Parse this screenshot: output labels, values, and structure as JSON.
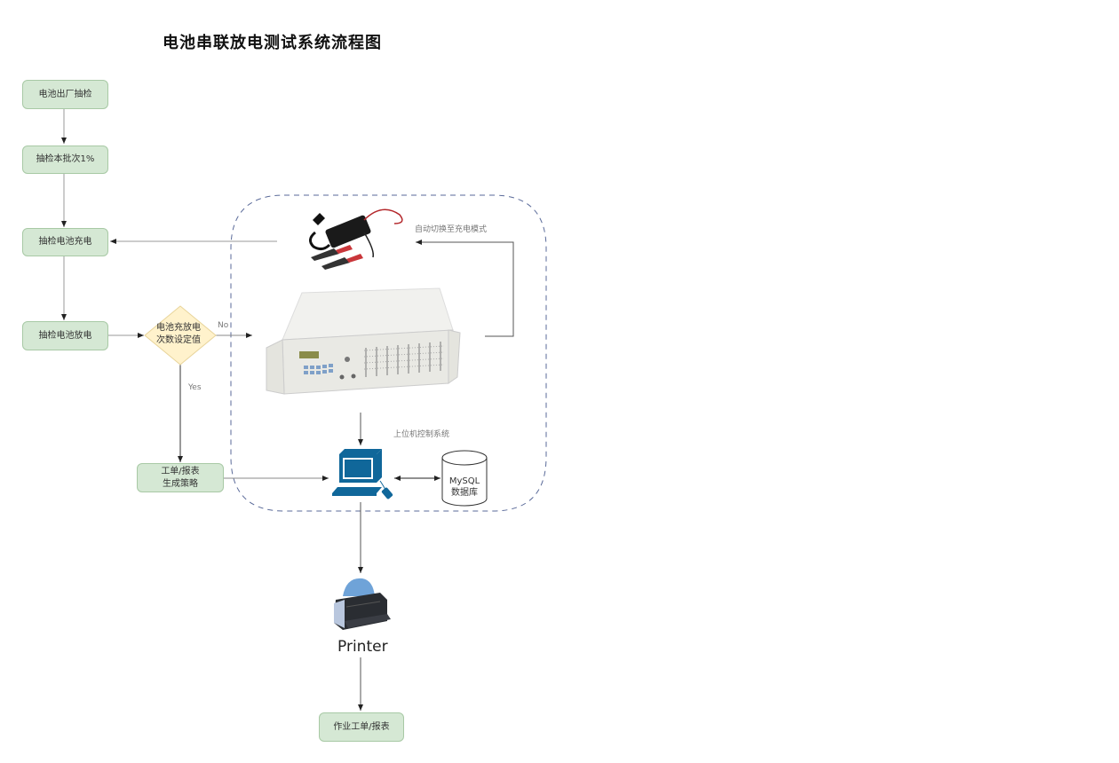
{
  "title": "电池串联放电测试系统流程图",
  "nodes": {
    "factory_sampling": "电池出厂抽检",
    "sample_batch": "抽检本批次1%",
    "sample_charge": "抽检电池充电",
    "sample_discharge": "抽检电池放电",
    "decision_line1": "电池充放电",
    "decision_line2": "次数设定值",
    "report_strategy_line1": "工单/报表",
    "report_strategy_line2": "生成策略",
    "database_line1": "MySQL",
    "database_line2": "数据库",
    "printer": "Printer",
    "final_report": "作业工单/报表"
  },
  "edge_labels": {
    "no": "No",
    "yes": "Yes",
    "auto_switch": "自动切换至充电模式",
    "host_control": "上位机控制系统"
  },
  "icons": [
    "charger-image",
    "discharge-tester-image",
    "computer-icon",
    "database-icon",
    "printer-icon"
  ],
  "colors": {
    "process_fill": "#d5e8d4",
    "process_border": "#a8c9a5",
    "decision_fill": "#fff2cc",
    "decision_border": "#e8d49a",
    "computer": "#10679a",
    "container_dash": "#5a6a99"
  }
}
